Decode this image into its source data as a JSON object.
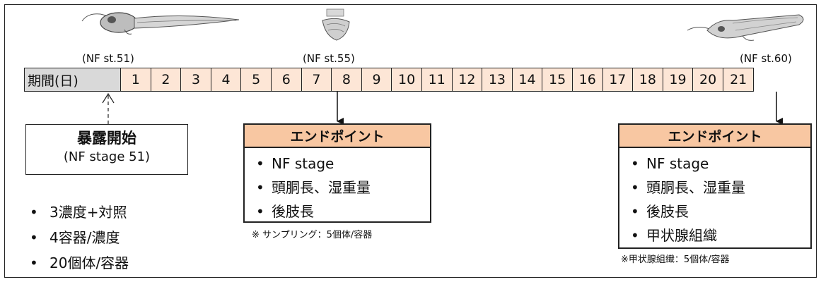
{
  "stage_labels": {
    "start": "(NF st.51)",
    "mid": "(NF st.55)",
    "end": "(NF st.60)"
  },
  "timeline": {
    "header": "期間(日)",
    "days": [
      "1",
      "2",
      "3",
      "4",
      "5",
      "6",
      "7",
      "8",
      "9",
      "10",
      "11",
      "12",
      "13",
      "14",
      "15",
      "16",
      "17",
      "18",
      "19",
      "20",
      "21"
    ]
  },
  "exposure": {
    "title": "暴露開始",
    "subtitle": "(NF stage 51)"
  },
  "conditions": [
    "3濃度+対照",
    "4容器/濃度",
    "20個体/容器"
  ],
  "endpoints": [
    {
      "header": "エンドポイント",
      "items": [
        "NF stage",
        "頭胴長、湿重量",
        "後肢長"
      ],
      "note": "※ サンプリング：5個体/容器"
    },
    {
      "header": "エンドポイント",
      "items": [
        "NF stage",
        "頭胴長、湿重量",
        "後肢長",
        "甲状腺組織"
      ],
      "note": "※甲状腺組織：5個体/容器"
    }
  ],
  "bullet": "•",
  "colors": {
    "header_cell": "#d9d9d9",
    "day_cell": "#fde6d6",
    "endpoint_header": "#f8c7a2"
  },
  "icons": {
    "tadpole_start": "tadpole-stage51-illustration",
    "tadpole_mid": "tadpole-stage55-illustration",
    "tadpole_end": "tadpole-stage60-illustration"
  }
}
